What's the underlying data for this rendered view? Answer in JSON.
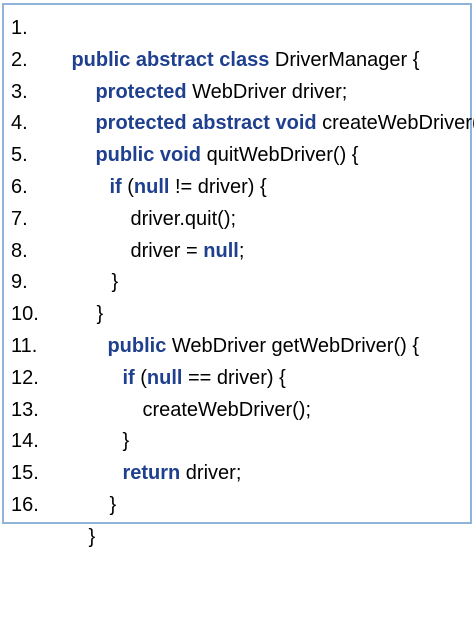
{
  "code": {
    "lines": [
      {
        "num": "1.",
        "tokens": [
          {
            "t": "public abstract class",
            "kw": true
          },
          {
            "t": " DriverManager {",
            "kw": false
          }
        ]
      },
      {
        "num": "2.",
        "tokens": [
          {
            "t": "protected",
            "kw": true
          },
          {
            "t": " WebDriver driver;",
            "kw": false
          }
        ]
      },
      {
        "num": "3.",
        "tokens": [
          {
            "t": "protected abstract void",
            "kw": true
          },
          {
            "t": " createWebDriver();",
            "kw": false
          }
        ]
      },
      {
        "num": "4.",
        "tokens": [
          {
            "t": "public void",
            "kw": true
          },
          {
            "t": " quitWebDriver() {",
            "kw": false
          }
        ]
      },
      {
        "num": "5.",
        "tokens": [
          {
            "t": "if",
            "kw": true
          },
          {
            "t": " (",
            "kw": false
          },
          {
            "t": "null",
            "kw": true
          },
          {
            "t": " != driver) {",
            "kw": false
          }
        ]
      },
      {
        "num": "6.",
        "tokens": [
          {
            "t": "driver.quit();",
            "kw": false
          }
        ]
      },
      {
        "num": "7.",
        "tokens": [
          {
            "t": "driver = ",
            "kw": false
          },
          {
            "t": "null",
            "kw": true
          },
          {
            "t": ";",
            "kw": false
          }
        ]
      },
      {
        "num": "8.",
        "tokens": [
          {
            "t": "}",
            "kw": false
          }
        ]
      },
      {
        "num": "9.",
        "tokens": [
          {
            "t": "}",
            "kw": false
          }
        ]
      },
      {
        "num": "10.",
        "tokens": [
          {
            "t": "public",
            "kw": true
          },
          {
            "t": " WebDriver getWebDriver() {",
            "kw": false
          }
        ]
      },
      {
        "num": "11.",
        "tokens": [
          {
            "t": "if",
            "kw": true
          },
          {
            "t": " (",
            "kw": false
          },
          {
            "t": "null",
            "kw": true
          },
          {
            "t": " == driver) {",
            "kw": false
          }
        ]
      },
      {
        "num": "12.",
        "tokens": [
          {
            "t": "createWebDriver();",
            "kw": false
          }
        ]
      },
      {
        "num": "13.",
        "tokens": [
          {
            "t": "}",
            "kw": false
          }
        ]
      },
      {
        "num": "14.",
        "tokens": [
          {
            "t": "return",
            "kw": true
          },
          {
            "t": " driver;",
            "kw": false
          }
        ]
      },
      {
        "num": "15.",
        "tokens": [
          {
            "t": "}",
            "kw": false
          }
        ]
      },
      {
        "num": "16.",
        "tokens": [
          {
            "t": "}",
            "kw": false
          }
        ]
      }
    ]
  },
  "colors": {
    "keyword": "#1F3F8F",
    "text": "#000000",
    "border": "#8FB3D9",
    "background": "#FFFFFF"
  }
}
